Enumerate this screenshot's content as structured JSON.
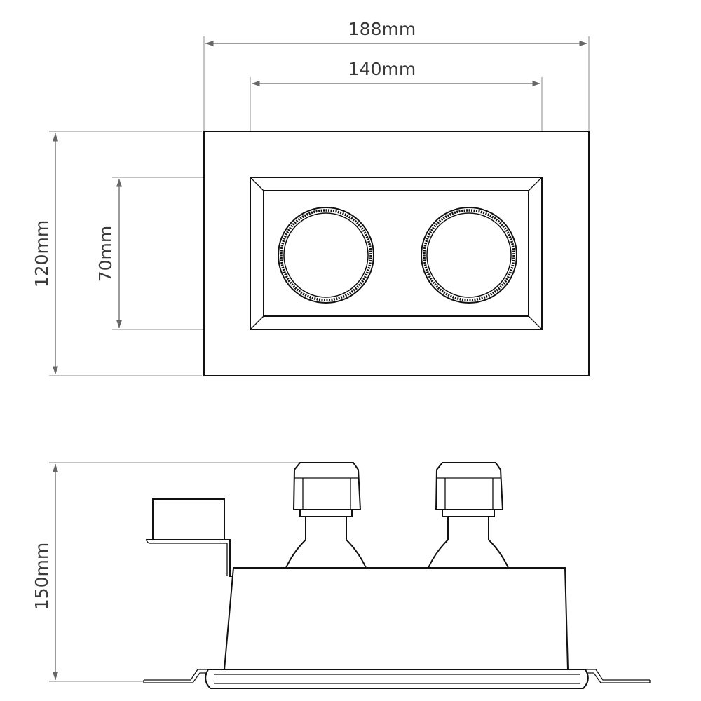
{
  "dimensions": {
    "top_width": "188mm",
    "inner_width": "140mm",
    "total_height": "120mm",
    "inner_height": "70mm",
    "depth": "150mm"
  },
  "colors": {
    "line": "#111111",
    "dimension": "#666666",
    "text": "#3a3a3a"
  }
}
